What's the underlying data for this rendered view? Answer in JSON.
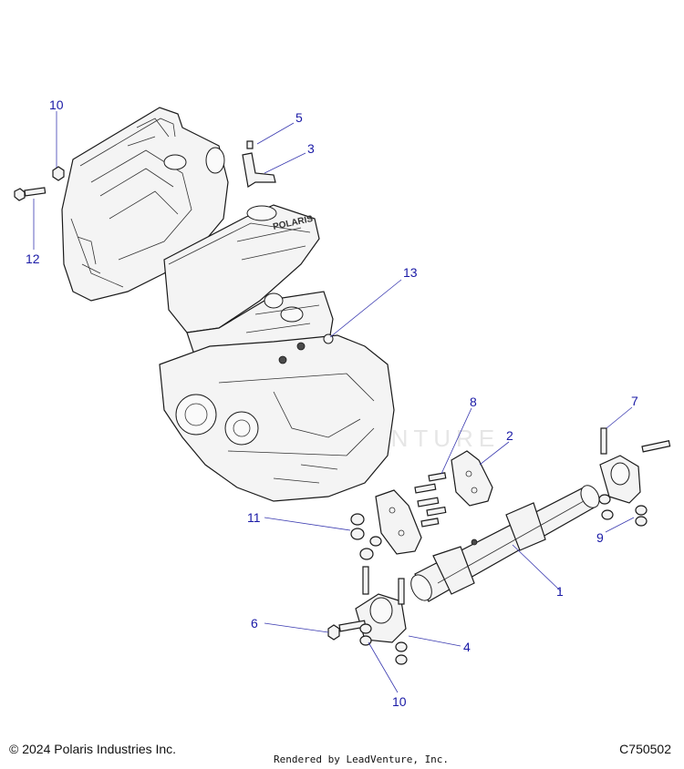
{
  "diagram": {
    "callouts": [
      {
        "id": "10a",
        "label": "10"
      },
      {
        "id": "5",
        "label": "5"
      },
      {
        "id": "3",
        "label": "3"
      },
      {
        "id": "12",
        "label": "12"
      },
      {
        "id": "13",
        "label": "13"
      },
      {
        "id": "8",
        "label": "8"
      },
      {
        "id": "2",
        "label": "2"
      },
      {
        "id": "7",
        "label": "7"
      },
      {
        "id": "11",
        "label": "11"
      },
      {
        "id": "9",
        "label": "9"
      },
      {
        "id": "1",
        "label": "1"
      },
      {
        "id": "6",
        "label": "6"
      },
      {
        "id": "4",
        "label": "4"
      },
      {
        "id": "10b",
        "label": "10"
      }
    ],
    "watermark": "LEADVENTURE"
  },
  "footer": {
    "copyright": "© 2024 Polaris Industries Inc.",
    "rendered_by": "Rendered by LeadVenture, Inc.",
    "diagram_code": "C750502"
  },
  "colors": {
    "callout": "#1a1aa6",
    "line": "#1a1a1a"
  }
}
